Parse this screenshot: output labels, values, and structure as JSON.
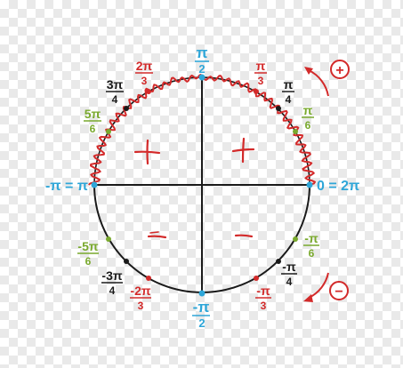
{
  "colors": {
    "blue": "#2ea6d8",
    "red": "#d32a2a",
    "black": "#1a1a1a",
    "green": "#79a92d"
  },
  "axis_labels": {
    "pi_over_2": {
      "num": "π",
      "den": "2"
    },
    "neg_pi_over_2": {
      "num": "-π",
      "den": "2"
    },
    "left": "-π = π",
    "right": "0 = 2π"
  },
  "angles": {
    "pi3": {
      "num": "π",
      "den": "3"
    },
    "pi4": {
      "num": "π",
      "den": "4"
    },
    "pi6": {
      "num": "π",
      "den": "6"
    },
    "two_pi3": {
      "num": "2π",
      "den": "3"
    },
    "three_pi4": {
      "num": "3π",
      "den": "4"
    },
    "five_pi6": {
      "num": "5π",
      "den": "6"
    },
    "neg_pi6": {
      "num": "-π",
      "den": "6"
    },
    "neg_pi4": {
      "num": "-π",
      "den": "4"
    },
    "neg_pi3": {
      "num": "-π",
      "den": "3"
    },
    "neg_two_pi3": {
      "num": "-2π",
      "den": "3"
    },
    "neg_three_pi4": {
      "num": "-3π",
      "den": "4"
    },
    "neg_five_pi6": {
      "num": "-5π",
      "den": "6"
    }
  },
  "quadrant_signs": {
    "q1": "+",
    "q2": "+",
    "q3": "–",
    "q4": "–"
  },
  "direction": {
    "positive_symbol": "+",
    "negative_symbol": "−"
  }
}
